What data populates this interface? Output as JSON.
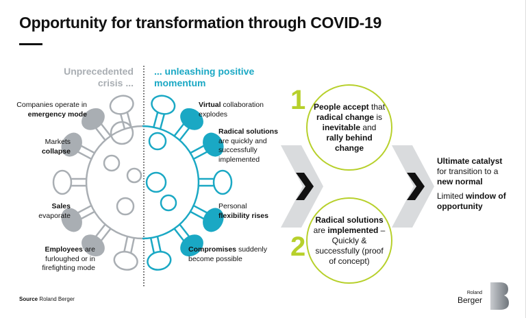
{
  "title": "Opportunity for transformation through COVID-19",
  "headers": {
    "left": "Unprecedented crisis ...",
    "right": "... unleashing positive momentum"
  },
  "left_labels": [
    {
      "plain": "Companies operate in ",
      "bold": "emergency mode",
      "order": "pb"
    },
    {
      "plain": "Markets ",
      "bold": "collapse",
      "order": "pb"
    },
    {
      "plain": " evaporate",
      "bold": "Sales",
      "order": "bp"
    },
    {
      "plain": " are furloughed or in firefighting mode",
      "bold": "Employees",
      "order": "bp"
    }
  ],
  "right_labels": [
    {
      "plain": " collaboration explodes",
      "bold": "Virtual",
      "order": "bp"
    },
    {
      "plain": " are quickly and successfully implemented",
      "bold": "Radical solutions",
      "order": "bp"
    },
    {
      "plain": "Personal ",
      "bold": "flexibility rises",
      "order": "pb"
    },
    {
      "plain": " suddenly become possible",
      "bold": "Compromises",
      "order": "bp"
    }
  ],
  "circles": [
    {
      "number": "1",
      "html": "<b>People accept</b> that <b>radical change</b> is <b>inevitable</b> and <b>rally behind change</b>"
    },
    {
      "number": "2",
      "html": "<b>Radical solutions</b> are <b>implemented</b> – Quickly &amp; successfully (proof of concept)"
    }
  ],
  "outcome": {
    "line1_bold": "Ultimate catalyst",
    "line1_rest": "for transition to a",
    "line1_bold2": "new normal",
    "line2_plain": "Limited ",
    "line2_bold": "window of opportunity"
  },
  "source": {
    "label": "Source",
    "text": "Roland Berger"
  },
  "logo": {
    "small": "Roland",
    "big": "Berger"
  },
  "colors": {
    "gray": "#a9aeb3",
    "cyan": "#1aa8c4",
    "green": "#b7d02b"
  }
}
